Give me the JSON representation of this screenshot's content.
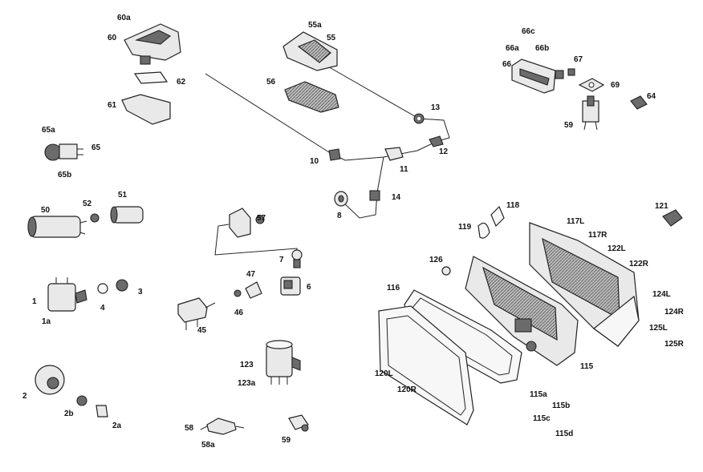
{
  "labels": {
    "l60a": "60a",
    "l60": "60",
    "l62": "62",
    "l61": "61",
    "l55a": "55a",
    "l55": "55",
    "l56": "56",
    "l13": "13",
    "l66c": "66c",
    "l66a": "66a",
    "l66b": "66b",
    "l66": "66",
    "l67": "67",
    "l69": "69",
    "l64": "64",
    "l59t": "59",
    "l65a": "65a",
    "l65": "65",
    "l65b": "65b",
    "l10": "10",
    "l11": "11",
    "l12": "12",
    "l14": "14",
    "l8": "8",
    "l50": "50",
    "l52": "52",
    "l51": "51",
    "l57": "57",
    "l118": "118",
    "l119": "119",
    "l117L": "117L",
    "l117R": "117R",
    "l121": "121",
    "l122L": "122L",
    "l122R": "122R",
    "l126": "126",
    "l7": "7",
    "l47": "47",
    "l1": "1",
    "l4": "4",
    "l3": "3",
    "l6": "6",
    "l1a": "1a",
    "l46": "46",
    "l45": "45",
    "l116": "116",
    "l124L": "124L",
    "l124R": "124R",
    "l125L": "125L",
    "l125R": "125R",
    "l115": "115",
    "l123": "123",
    "l123a": "123a",
    "l120L": "120L",
    "l120R": "120R",
    "l115a": "115a",
    "l115b": "115b",
    "l115c": "115c",
    "l115d": "115d",
    "l2": "2",
    "l2b": "2b",
    "l2a": "2a",
    "l58": "58",
    "l58a": "58a",
    "l59b": "59"
  }
}
